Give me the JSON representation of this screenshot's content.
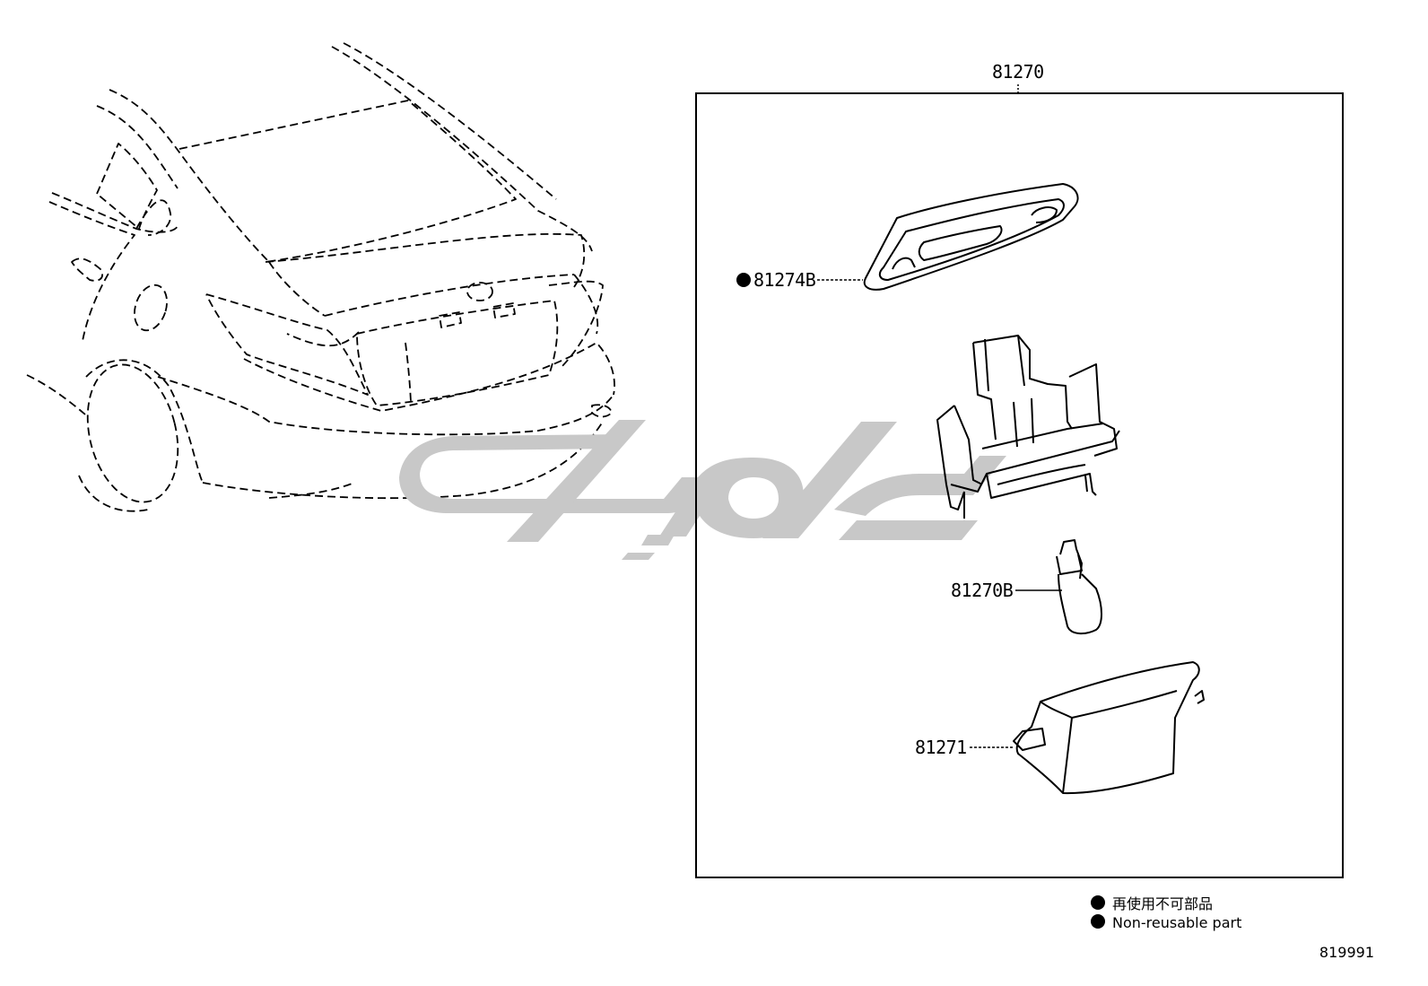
{
  "assembly": {
    "part_number": "81270"
  },
  "parts": [
    {
      "part_number": "81274B",
      "non_reusable": true
    },
    {
      "part_number": "81270B",
      "non_reusable": false
    },
    {
      "part_number": "81271",
      "non_reusable": false
    }
  ],
  "legend": {
    "marker": "●",
    "japanese": "再使用不可部品",
    "english": "Non-reusable part"
  },
  "diagram_id": "819991",
  "watermark": {
    "color": "#c8c8c8"
  }
}
